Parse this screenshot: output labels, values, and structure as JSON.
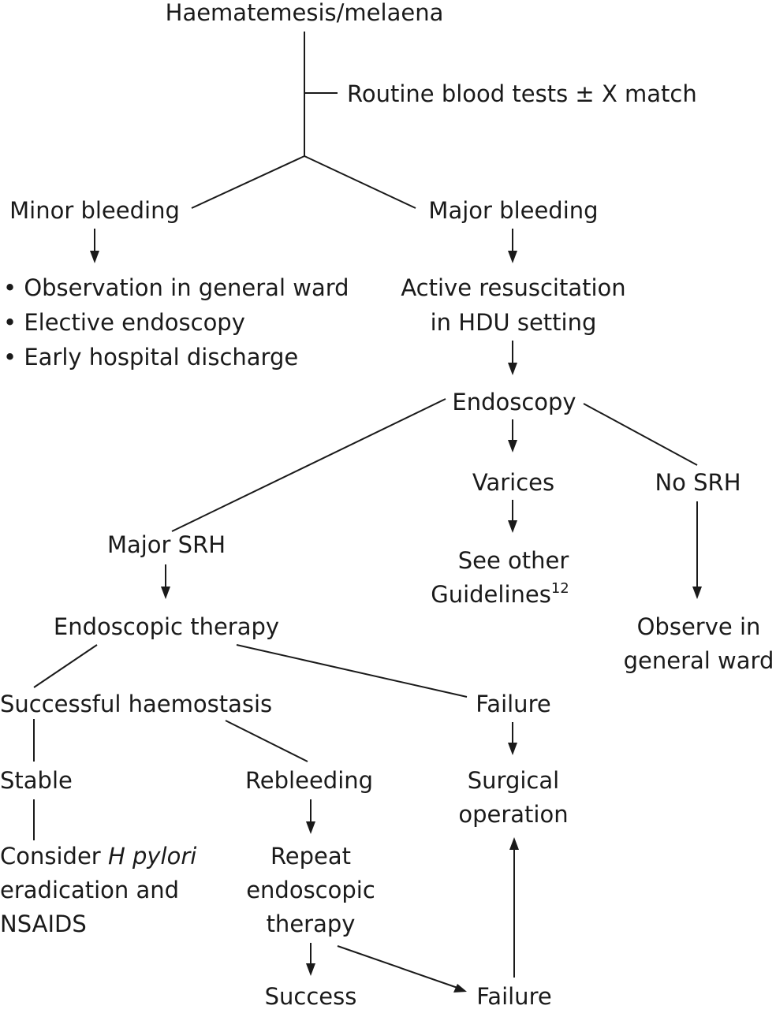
{
  "flowchart": {
    "start": "Haematemesis/melaena",
    "blood_tests": "Routine blood tests ± X match",
    "minor_bleeding": "Minor bleeding",
    "major_bleeding": "Major bleeding",
    "minor_actions": [
      "• Observation in general ward",
      "• Elective endoscopy",
      "• Early hospital discharge"
    ],
    "resuscitation": [
      "Active resuscitation",
      "in HDU setting"
    ],
    "endoscopy": "Endoscopy",
    "varices": "Varices",
    "no_srh": "No SRH",
    "major_srh": "Major SRH",
    "see_other": [
      "See other",
      "Guidelines"
    ],
    "see_other_ref": "12",
    "observe_ward": [
      "Observe in",
      "general ward"
    ],
    "endoscopic_therapy": "Endoscopic therapy",
    "successful_haemostasis": "Successful haemostasis",
    "failure_top": "Failure",
    "stable": "Stable",
    "rebleeding": "Rebleeding",
    "surgical_operation": [
      "Surgical",
      "operation"
    ],
    "consider_prefix": "Consider ",
    "consider_italic": "H pylori",
    "consider_rest": [
      "eradication and",
      "NSAIDS"
    ],
    "repeat_therapy": [
      "Repeat",
      "endoscopic",
      "therapy"
    ],
    "success": "Success",
    "failure_bottom": "Failure"
  }
}
